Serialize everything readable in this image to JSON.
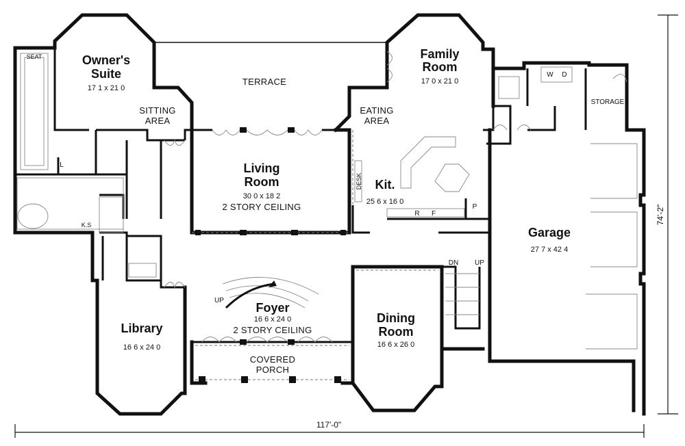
{
  "rooms": {
    "owners_suite": {
      "name_line1": "Owner's",
      "name_line2": "Suite",
      "dims": "17 1 x 21 0"
    },
    "sitting_area": {
      "line1": "SITTING",
      "line2": "AREA"
    },
    "terrace": {
      "label": "TERRACE"
    },
    "living_room": {
      "name_line1": "Living",
      "name_line2": "Room",
      "dims": "30 0 x 18 2",
      "note": "2 STORY CEILING"
    },
    "eating_area": {
      "line1": "EATING",
      "line2": "AREA"
    },
    "family_room": {
      "name_line1": "Family",
      "name_line2": "Room",
      "dims": "17 0 x 21 0"
    },
    "kitchen": {
      "name": "Kit.",
      "dims": "25 6 x 16 0",
      "desk": "DESK"
    },
    "storage": {
      "label": "STORAGE"
    },
    "laundry": {
      "w": "W",
      "d": "D"
    },
    "garage": {
      "name": "Garage",
      "dims": "27 7 x 42 4"
    },
    "foyer": {
      "name": "Foyer",
      "dims": "16 6 x 24 0",
      "note": "2 STORY CEILING",
      "up": "UP"
    },
    "library": {
      "name": "Library",
      "dims": "16 6 x 24 0"
    },
    "dining_room": {
      "name_line1": "Dining",
      "name_line2": "Room",
      "dims": "16 6 x 26 0"
    },
    "covered_porch": {
      "line1": "COVERED",
      "line2": "PORCH"
    },
    "stairs": {
      "dn": "DN",
      "up": "UP"
    },
    "bath": {
      "seat": "SEAT",
      "ks": "K.S",
      "l": "L"
    },
    "pantry": {
      "p": "P",
      "r": "R",
      "f": "F"
    }
  },
  "dimensions": {
    "width": "117'-0\"",
    "depth": "74'-2\""
  }
}
